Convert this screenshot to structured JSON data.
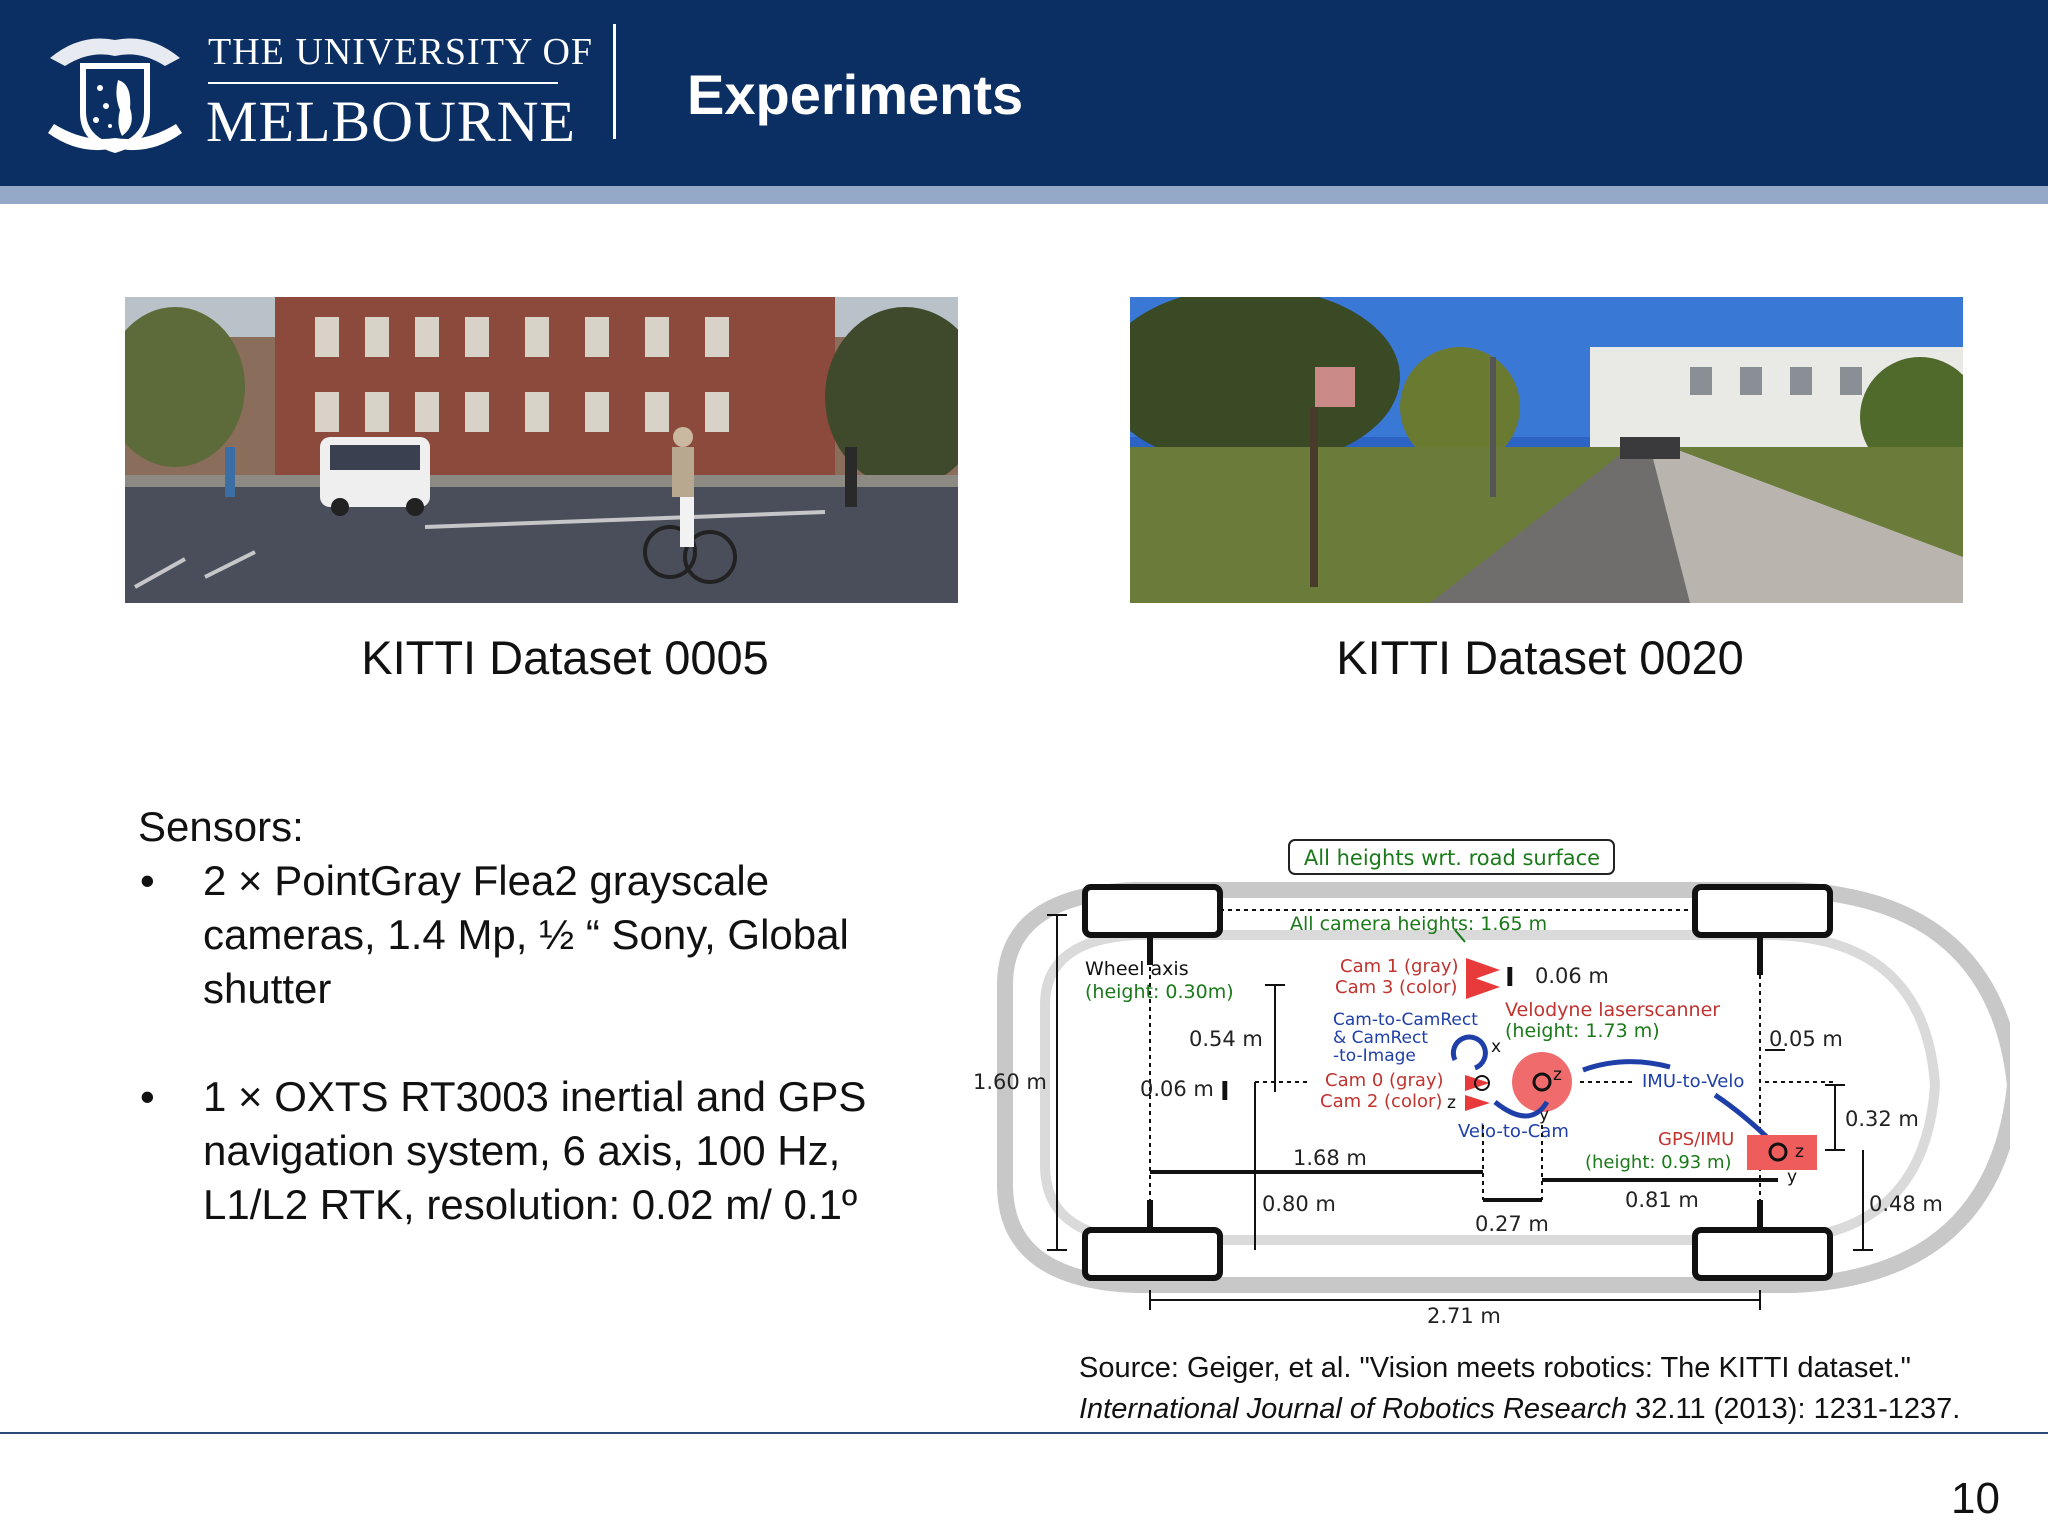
{
  "header": {
    "university_line1": "THE UNIVERSITY OF",
    "university_line2": "MELBOURNE",
    "title": "Experiments",
    "colors": {
      "navy": "#0c2f63",
      "stripe": "#93a9c7"
    }
  },
  "images": [
    {
      "caption": "KITTI Dataset 0005"
    },
    {
      "caption": "KITTI Dataset 0020"
    }
  ],
  "sensors": {
    "heading": "Sensors:",
    "bullet_symbol": "•",
    "items": [
      "2 × PointGray Flea2 grayscale cameras, 1.4 Mp, ½ “ Sony, Global shutter",
      "1 × OXTS RT3003 inertial and GPS navigation system, 6 axis, 100 Hz, L1/L2 RTK, resolution: 0.02 m/ 0.1º"
    ]
  },
  "diagram": {
    "note": "All heights wrt. road surface",
    "camera_heights": "All camera heights: 1.65 m",
    "wheel_axis": "Wheel axis",
    "wheel_axis_height": "(height: 0.30m)",
    "cam1": "Cam 1 (gray)",
    "cam3": "Cam 3 (color)",
    "cam0": "Cam 0 (gray)",
    "cam2": "Cam 2 (color)",
    "cam_rect_1": "Cam-to-CamRect",
    "cam_rect_2": "& CamRect",
    "cam_rect_3": "-to-Image",
    "velodyne": "Velodyne laserscanner",
    "velodyne_height": "(height: 1.73 m)",
    "imu_to_velo": "IMU-to-Velo",
    "velo_to_cam": "Velo-to-Cam",
    "gps_imu": "GPS/IMU",
    "gps_height": "(height: 0.93 m)",
    "dim_160": "1.60 m",
    "dim_054": "0.54 m",
    "dim_006a": "0.06 m",
    "dim_006b": "0.06 m",
    "dim_005": "0.05 m",
    "dim_032": "0.32 m",
    "dim_048": "0.48 m",
    "dim_168": "1.68 m",
    "dim_080": "0.80 m",
    "dim_027": "0.27 m",
    "dim_081": "0.81 m",
    "dim_271": "2.71 m",
    "axis_x": "x",
    "axis_y": "y",
    "axis_z": "z"
  },
  "source": {
    "line1": "Source: Geiger, et al. \"Vision meets robotics: The KITTI dataset.\"",
    "journal": "International Journal of Robotics Research",
    "details": " 32.11 (2013): 1231-1237."
  },
  "page_number": "10"
}
